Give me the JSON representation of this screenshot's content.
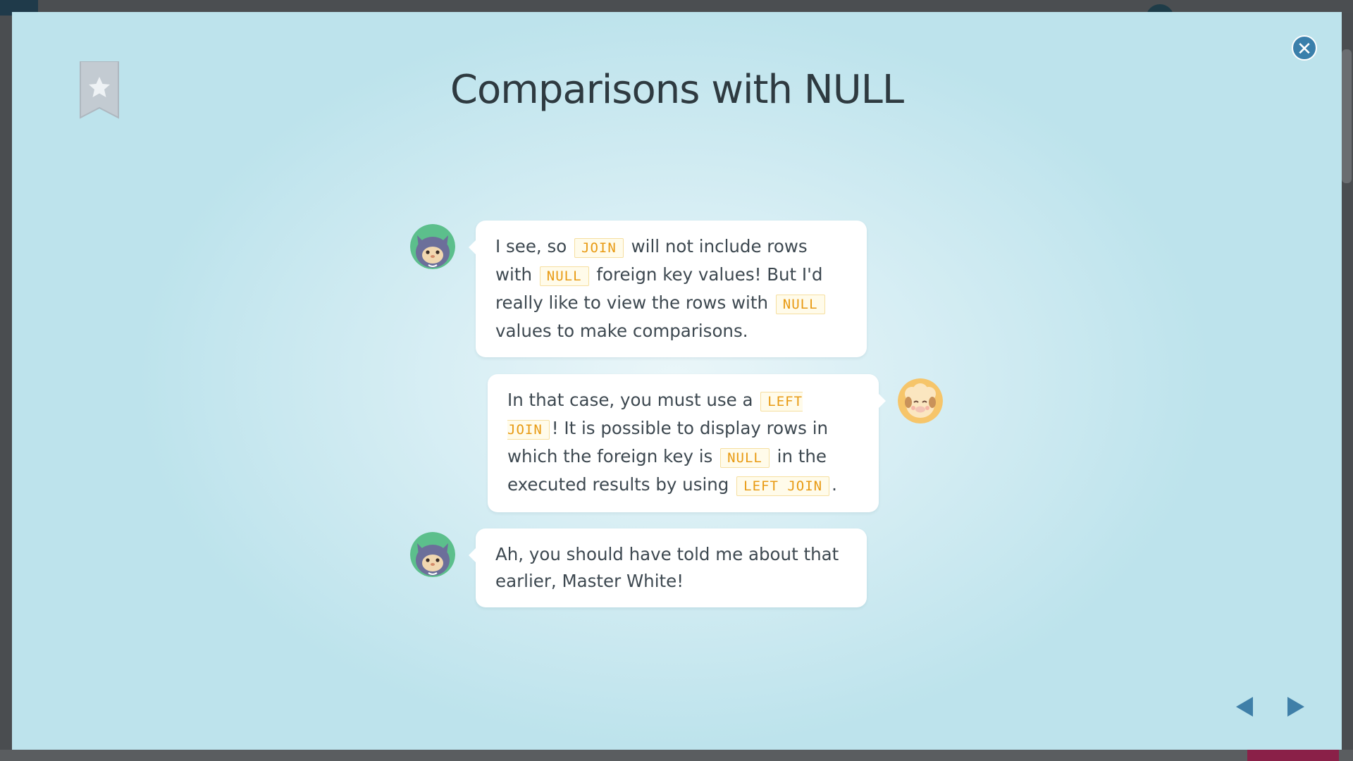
{
  "page": {
    "title": "Comparisons with NULL"
  },
  "controls": {
    "close_icon": "close-icon",
    "bookmark_icon": "bookmark-star-icon",
    "prev_icon": "prev-arrow-icon",
    "next_icon": "next-arrow-icon"
  },
  "messages": [
    {
      "speaker": "cat",
      "parts": [
        "I see, so ",
        "JOIN",
        " will not include rows with ",
        "NULL",
        " foreign key values! But I'd really like to view the rows with ",
        "NULL",
        " values to make comparisons."
      ]
    },
    {
      "speaker": "sheep",
      "parts": [
        "In that case, you must use a ",
        "LEFT JOIN",
        "! It is possible to display rows in which the foreign key is ",
        "NULL",
        " in the executed results by using ",
        "LEFT JOIN",
        "."
      ]
    },
    {
      "speaker": "cat",
      "parts": [
        "Ah, you should have told me about that earlier, Master White!"
      ]
    }
  ],
  "colors": {
    "accent": "#3a7fab",
    "code_text": "#e89a12",
    "avatar_cat_bg": "#5cbf8c",
    "avatar_sheep_bg": "#f6c56a"
  }
}
